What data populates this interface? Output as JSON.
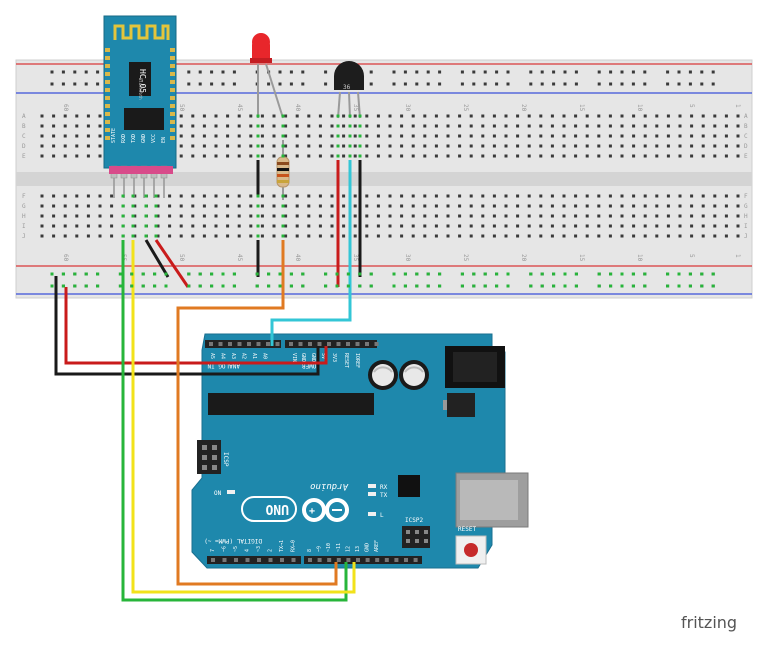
{
  "brand": {
    "watermark": "fritzing"
  },
  "breadboard": {
    "row_labels_top": [
      "A",
      "B",
      "C",
      "D",
      "E"
    ],
    "row_labels_bottom": [
      "F",
      "G",
      "H",
      "I",
      "J"
    ],
    "column_numbers": [
      "60",
      "55",
      "50",
      "45",
      "40",
      "35",
      "30",
      "25",
      "20",
      "15",
      "10",
      "5",
      "1"
    ],
    "rail_colors": {
      "positive": "#d9383a",
      "negative": "#3a4fd9"
    }
  },
  "hc05": {
    "title": "HC-05",
    "subtitle": "Bluetooth",
    "pins": [
      "STATE",
      "RXD",
      "TXD",
      "GND",
      "VCC",
      "EN"
    ]
  },
  "led": {
    "color": "#e8262b"
  },
  "resistor": {
    "bands": [
      "#8b4a1d",
      "#111111",
      "#c8541c",
      "#c9a43a"
    ]
  },
  "sensor": {
    "label": "36"
  },
  "arduino": {
    "logo_text": "Arduino",
    "model": "UNO",
    "on_label": "ON",
    "icsp_label": "ICSP",
    "icsp2_label": "ICSP2",
    "reset_label": "RESET",
    "tx_label": "TX",
    "rx_label": "RX",
    "l_label": "L",
    "digital_label": "DIGITAL (PWM= ~)",
    "analog_label": "ANALOG IN",
    "power_label": "POWER",
    "ioref_label": "IOREF",
    "reset_pin_label": "RESET",
    "v33_label": "3V3",
    "aref_label": "AREF",
    "power_pins": [
      "5V",
      "GND",
      "GND",
      "VIN"
    ],
    "analog_pins": [
      "A0",
      "A1",
      "A2",
      "A3",
      "A4",
      "A5"
    ],
    "digital_pins_low": [
      "7",
      "~6",
      "~5",
      "4",
      "~3",
      "2",
      "TX→1",
      "RX←0"
    ],
    "digital_pins_high": [
      "GND",
      "13",
      "12",
      "~11",
      "~10",
      "~9",
      "8"
    ]
  },
  "wire_colors": {
    "green": "#27b53a",
    "yellow": "#f2e21a",
    "orange": "#e07a22",
    "cyan": "#33c6d6",
    "red": "#c91b1b",
    "black": "#1a1a1a"
  }
}
